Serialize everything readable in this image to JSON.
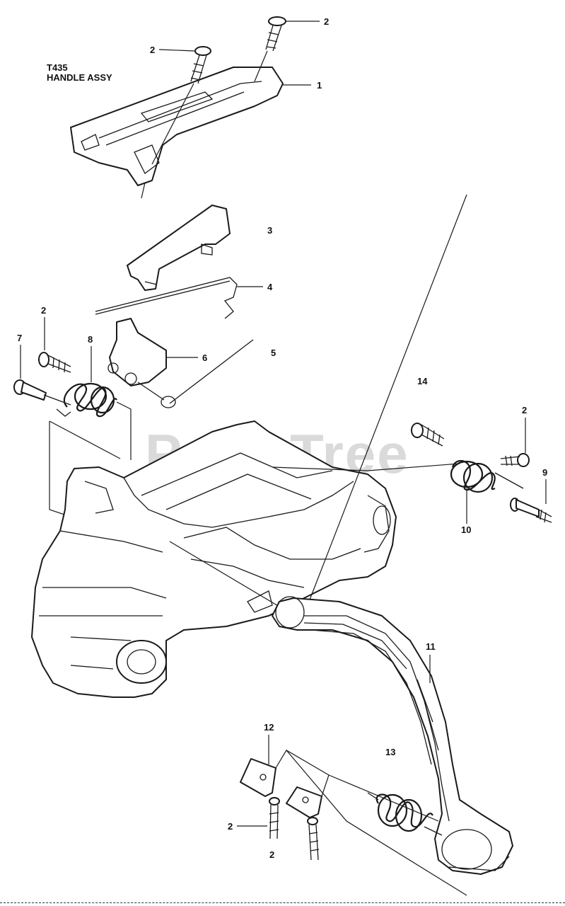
{
  "diagram": {
    "title_line1": "T435",
    "title_line2": "HANDLE ASSY",
    "watermark": "PartsTree",
    "callouts": [
      "2",
      "2",
      "1",
      "3",
      "4",
      "2",
      "7",
      "8",
      "6",
      "5",
      "14",
      "2",
      "9",
      "10",
      "11",
      "12",
      "13",
      "2",
      "2"
    ]
  }
}
